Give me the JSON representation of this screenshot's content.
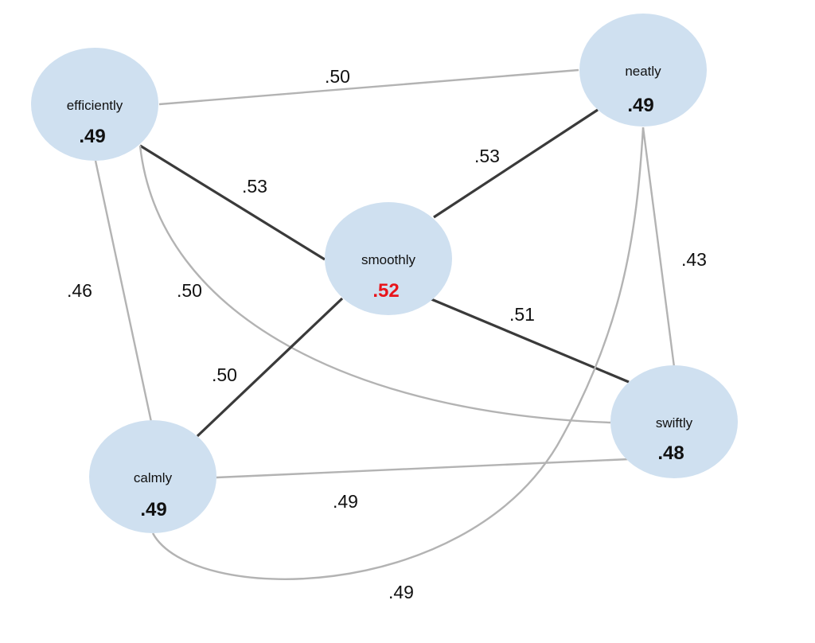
{
  "diagram": {
    "nodes": [
      {
        "id": "efficiently",
        "label": "efficiently",
        "score": ".49",
        "highlight": false
      },
      {
        "id": "neatly",
        "label": "neatly",
        "score": ".49",
        "highlight": false
      },
      {
        "id": "smoothly",
        "label": "smoothly",
        "score": ".52",
        "highlight": true
      },
      {
        "id": "calmly",
        "label": "calmly",
        "score": ".49",
        "highlight": false
      },
      {
        "id": "swiftly",
        "label": "swiftly",
        "score": ".48",
        "highlight": false
      }
    ],
    "edges": [
      {
        "from": "efficiently",
        "to": "neatly",
        "weight": ".50",
        "strength": "weak"
      },
      {
        "from": "efficiently",
        "to": "smoothly",
        "weight": ".53",
        "strength": "strong"
      },
      {
        "from": "neatly",
        "to": "smoothly",
        "weight": ".53",
        "strength": "strong"
      },
      {
        "from": "efficiently",
        "to": "calmly",
        "weight": ".46",
        "strength": "weak"
      },
      {
        "from": "efficiently",
        "to": "swiftly",
        "weight": ".50",
        "strength": "weak"
      },
      {
        "from": "neatly",
        "to": "swiftly",
        "weight": ".43",
        "strength": "weak"
      },
      {
        "from": "smoothly",
        "to": "swiftly",
        "weight": ".51",
        "strength": "strong"
      },
      {
        "from": "smoothly",
        "to": "calmly",
        "weight": ".50",
        "strength": "strong"
      },
      {
        "from": "calmly",
        "to": "swiftly",
        "weight": ".49",
        "strength": "weak"
      },
      {
        "from": "calmly",
        "to": "neatly",
        "weight": ".49",
        "strength": "weak"
      }
    ],
    "colors": {
      "node_fill": "#cfe0f0",
      "strong_edge": "#3a3a3a",
      "weak_edge": "#b3b3b3",
      "highlight_score": "#e8141b"
    }
  }
}
